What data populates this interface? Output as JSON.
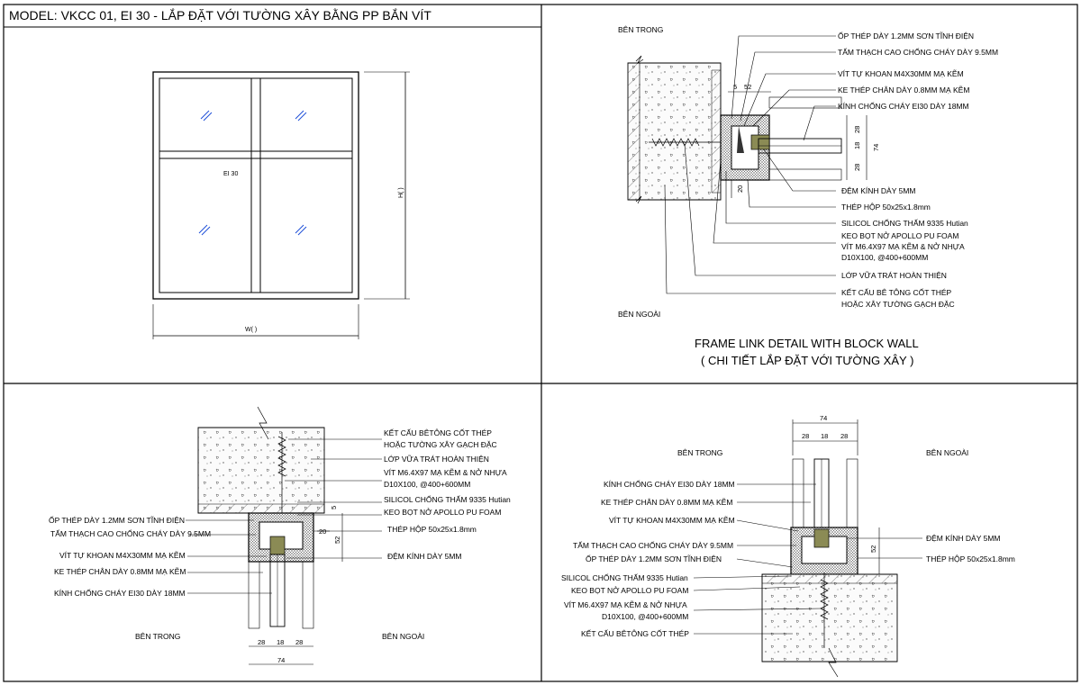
{
  "sheet": {
    "title": "MODEL: VKCC 01, EI 30 - LẮP ĐẶT VỚI TƯỜNG XÂY BẰNG PP BẮN VÍT"
  },
  "elevation": {
    "panel_label": "EI 30",
    "width_label": "W(  )",
    "height_label": "H(  )"
  },
  "detail_top_right": {
    "inside_label": "BÊN TRONG",
    "outside_label": "BÊN NGOÀI",
    "caption_en": "FRAME LINK DETAIL WITH BLOCK WALL",
    "caption_vi": "( CHI TIẾT LẮP ĐẶT VỚI TƯỜNG XÂY )",
    "callouts": [
      "ỐP THÉP DÀY 1.2MM SƠN TĨNH ĐIỆN",
      "TẤM THẠCH CAO CHỐNG CHÁY DÀY 9.5MM",
      "VÍT TỰ KHOAN M4X30MM MẠ KẼM",
      "KE THÉP CHÂN DÀY 0.8MM MẠ KẼM",
      "KÍNH CHỐNG CHÁY EI30 DÀY 18MM",
      "ĐỆM KÍNH DÀY 5MM",
      "THÉP HỘP 50x25x1.8mm",
      "SILICOL CHỐNG THẤM 9335 Hutian",
      "KEO BỌT NỞ APOLLO PU FOAM",
      "VÍT M6.4X97 MẠ KẼM & NỞ NHỰA",
      "D10X100, @400+600MM",
      "LỚP VỮA TRÁT HOÀN THIỆN",
      "KẾT CẤU BÊ TÔNG CỐT THÉP",
      "HOẶC XÂY TƯỜNG GẠCH ĐẶC"
    ],
    "dims": [
      "5",
      "52",
      "28",
      "18",
      "28",
      "74",
      "20"
    ]
  },
  "detail_bottom_left": {
    "inside_label": "BÊN TRONG",
    "outside_label": "BÊN NGOÀI",
    "callouts_right": [
      "KẾT CẤU BÊTÔNG CỐT THÉP",
      "HOẶC TƯỜNG XÂY GẠCH ĐẶC",
      "LỚP VỮA TRÁT HOÀN THIỆN",
      "VÍT M6.4X97 MẠ KẼM & NỞ NHỰA",
      "D10X100, @400+600MM",
      "SILICOL CHỐNG THẤM 9335 Hutian",
      "KEO BỌT NỞ APOLLO PU FOAM",
      "THÉP HỘP 50x25x1.8mm",
      "ĐỆM KÍNH DÀY 5MM"
    ],
    "callouts_left": [
      "ỐP THÉP DÀY 1.2MM SƠN TĨNH ĐIỆN",
      "TẤM THẠCH CAO CHỐNG CHÁY DÀY 9.5MM",
      "VÍT TỰ KHOAN M4X30MM MẠ KẼM",
      "KE THÉP CHÂN DÀY 0.8MM MẠ KẼM",
      "KÍNH CHỐNG CHÁY EI30 DÀY 18MM"
    ],
    "dims": [
      "5",
      "20",
      "52",
      "28",
      "18",
      "28",
      "74"
    ]
  },
  "detail_bottom_right": {
    "inside_label": "BÊN TRONG",
    "outside_label": "BÊN NGOÀI",
    "callouts_left": [
      "KÍNH CHỐNG CHÁY EI30 DÀY 18MM",
      "KE THÉP CHÂN DÀY 0.8MM MẠ KẼM",
      "VÍT TỰ KHOAN M4X30MM MẠ KẼM",
      "TẤM THẠCH CAO CHỐNG CHÁY DÀY 9.5MM",
      "ỐP THÉP DÀY 1.2MM SƠN TĨNH ĐIỆN",
      "SILICOL CHỐNG THẤM 9335 Hutian",
      "KEO BỌT NỞ APOLLO PU FOAM",
      "VÍT M6.4X97 MẠ KẼM & NỞ NHỰA",
      "D10X100, @400+600MM",
      "KẾT CẤU BÊTÔNG CỐT THÉP"
    ],
    "callouts_right": [
      "ĐỆM KÍNH DÀY 5MM",
      "THÉP HỘP 50x25x1.8mm"
    ],
    "dims": [
      "74",
      "28",
      "18",
      "28",
      "52"
    ]
  },
  "colors": {
    "frame": "#000000",
    "glass_hatch": "#1e4fd8",
    "gasket": "#8b8b55",
    "concrete_fill": "#f4f4f4"
  }
}
